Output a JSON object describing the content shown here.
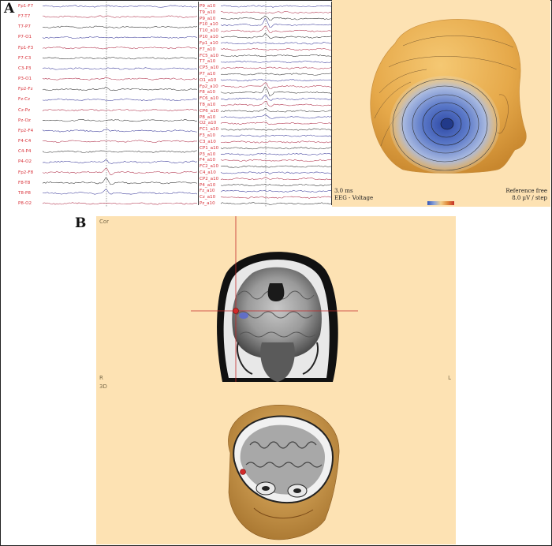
{
  "panels": {
    "a": "A",
    "b": "B"
  },
  "eeg_left_labels": [
    "Fp1-F7",
    "F7-T7",
    "T7-P7",
    "P7-O1",
    "Fp1-F3",
    "F7-C3",
    "C3-P3",
    "P3-O1",
    "Fp2-Fz",
    "Fz-Cz",
    "Cz-Pz",
    "Pz-Oz",
    "Fp2-F4",
    "F4-C4",
    "C4-P4",
    "P4-O2",
    "Fp2-F8",
    "F8-T8",
    "T8-P8",
    "P8-O2"
  ],
  "eeg_right_labels": [
    "P9_a10",
    "T9_a10",
    "P9_a10",
    "F10_a10",
    "T10_a10",
    "P10_a10",
    "Fp1_a10",
    "F7_a10",
    "FC5_a10",
    "T7_a10",
    "CP5_a10",
    "P7_a10",
    "O1_a10",
    "Fp2_a10",
    "F8_a10",
    "FC6_a10",
    "T8_a10",
    "CP6_a10",
    "P8_a10",
    "O2_a10",
    "FC1_a10",
    "F3_a10",
    "C3_a10",
    "CP1_a10",
    "P3_a10",
    "F4_a10",
    "FC2_a10",
    "C4_a10",
    "CP2_a10",
    "P4_a10",
    "Fz_a10",
    "Cz_a10",
    "Pz_a10"
  ],
  "topo": {
    "time": "3.0 ms",
    "measure": "EEG - Voltage",
    "reference": "Reference free",
    "scale": "8.0 µV / step"
  },
  "mri": {
    "view_cor": "Cor",
    "side_r": "R",
    "side_l": "L",
    "view_3d": "3D"
  },
  "colors": {
    "label_red": "#d8323a",
    "trace_red": "#b0304a",
    "trace_blue": "#3b3b9a",
    "trace_dark": "#333333",
    "panel_bg": "#fde2b3"
  }
}
